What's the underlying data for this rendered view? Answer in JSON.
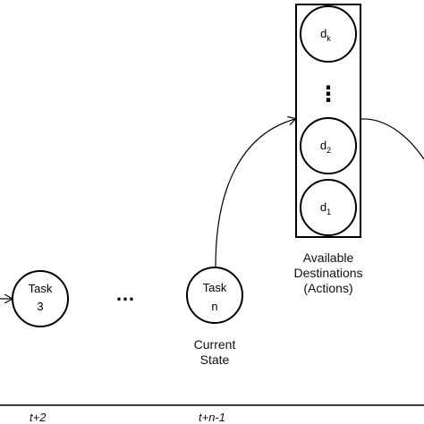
{
  "tasks": [
    {
      "line1": "Task",
      "line2": "3"
    },
    {
      "line1": "Task",
      "line2": "n"
    }
  ],
  "ellipsis": "…",
  "destinations": [
    {
      "base": "d",
      "sub": "k"
    },
    {
      "base": "d",
      "sub": "2"
    },
    {
      "base": "d",
      "sub": "1"
    }
  ],
  "vertical_ellipsis": "⋮",
  "labels": {
    "current_state": [
      "Current",
      "State"
    ],
    "available": [
      "Available",
      "Destinations",
      "(Actions)"
    ]
  },
  "timeline": {
    "ticks": [
      "t+2",
      "t+n-1"
    ]
  }
}
